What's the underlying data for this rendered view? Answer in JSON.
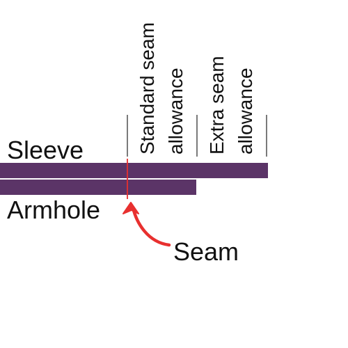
{
  "labels": {
    "sleeve": "Sleeve",
    "armhole": "Armhole",
    "seam": "Seam",
    "standard_line1": "Standard seam",
    "standard_line2": "allowance",
    "extra_line1": "Extra seam",
    "extra_line2": "allowance"
  },
  "colors": {
    "fabric": "#5b3467",
    "seam_line": "#e8302f",
    "arrow": "#e8302f",
    "divider": "#222222",
    "text": "#111111"
  }
}
